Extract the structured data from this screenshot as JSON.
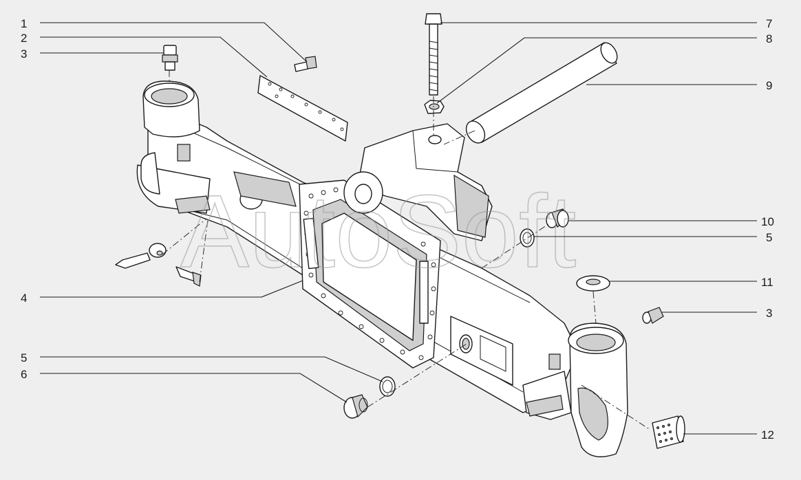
{
  "watermark": "AutoSoft",
  "callouts": {
    "c1": "1",
    "c2": "2",
    "c3a": "3",
    "c7": "7",
    "c8": "8",
    "c9": "9",
    "c4": "4",
    "c10": "10",
    "c5a": "5",
    "c11": "11",
    "c3b": "3",
    "c5b": "5",
    "c6": "6",
    "c12": "12"
  },
  "colors": {
    "background": "#efefef",
    "line": "#1a1a1a",
    "shade": "#cfcfcf"
  }
}
